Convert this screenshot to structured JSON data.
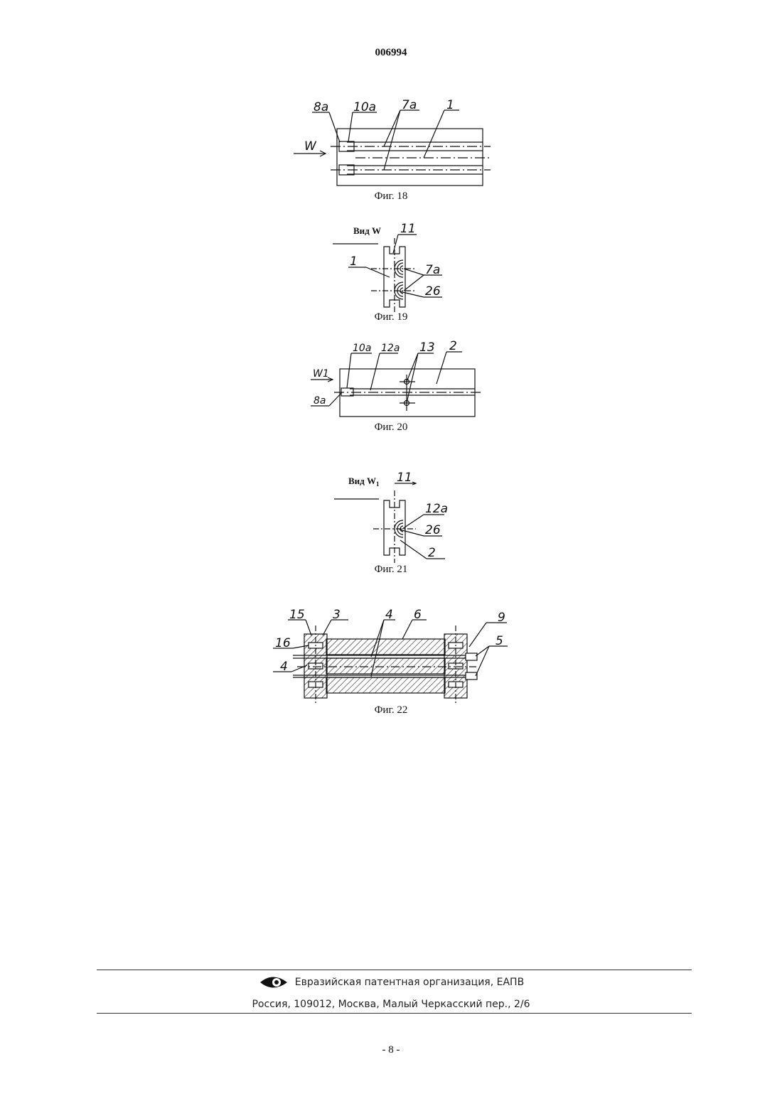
{
  "header": {
    "doc_number": "006994"
  },
  "figures": {
    "fig18": {
      "caption": "Фиг. 18",
      "labels": [
        "8a",
        "10a",
        "7a",
        "1",
        "W"
      ]
    },
    "fig19": {
      "caption": "Фиг. 19",
      "view_title": "Вид W",
      "labels": [
        "11",
        "1",
        "7a",
        "26"
      ]
    },
    "fig20": {
      "caption": "Фиг. 20",
      "labels": [
        "10a",
        "12a",
        "13",
        "2",
        "W1",
        "8a"
      ]
    },
    "fig21": {
      "caption": "Фиг. 21",
      "view_title": "Вид W",
      "view_title_sub": "1",
      "labels": [
        "11",
        "12a",
        "26",
        "2"
      ]
    },
    "fig22": {
      "caption": "Фиг. 22",
      "labels": [
        "15",
        "3",
        "4",
        "6",
        "9",
        "16",
        "5",
        "4"
      ]
    }
  },
  "footer": {
    "org": "Евразийская патентная организация, ЕАПВ",
    "address": "Россия, 109012, Москва, Малый Черкасский пер., 2/6",
    "logo_icon": "eapo-eye-logo"
  },
  "page_number": "- 8 -"
}
